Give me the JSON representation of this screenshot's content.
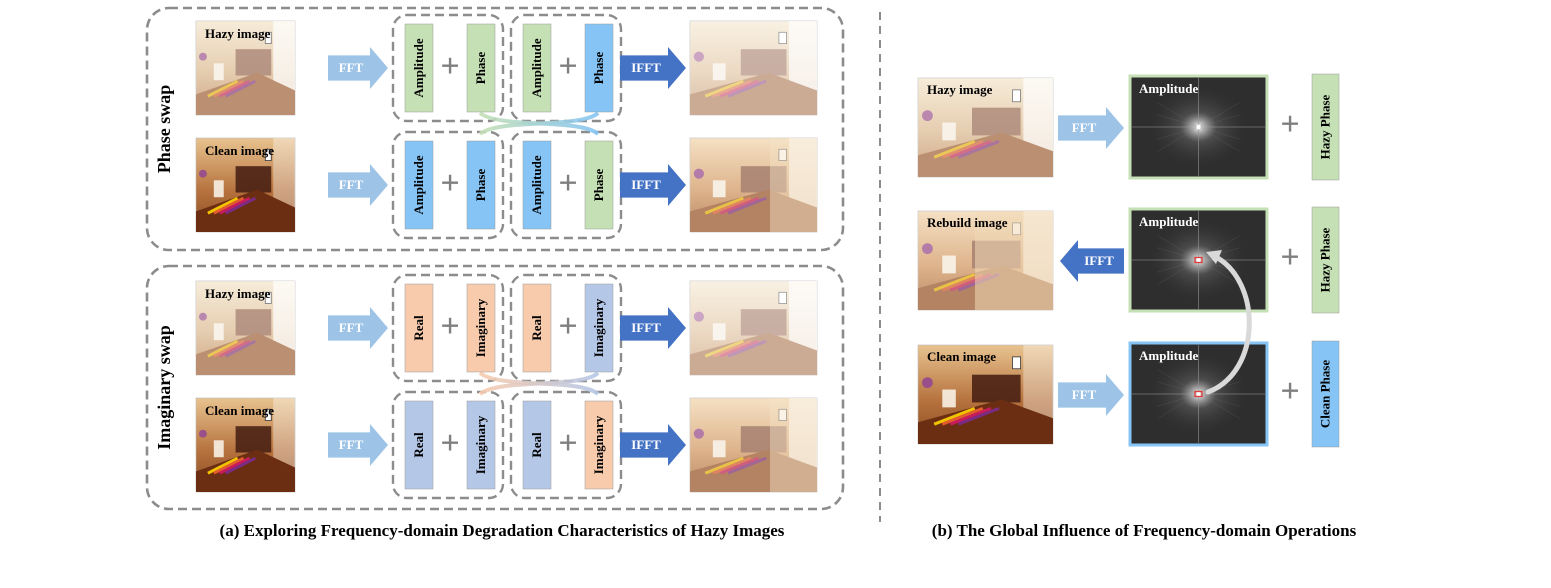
{
  "colors": {
    "green": "#c5e0b4",
    "blue": "#85c4f5",
    "peach": "#f8cbad",
    "lavender": "#b4c7e7",
    "fft_arrow": "#9dc3e6",
    "ifft_arrow": "#4472c4",
    "dashed": "#8c8c8c",
    "spectrum": "#2e2e2e"
  },
  "panel_a": {
    "caption": "(a) Exploring Frequency-domain Degradation Characteristics of Hazy Images",
    "phase_swap": {
      "title": "Phase swap",
      "rows": [
        {
          "image_label": "Hazy image",
          "fft": "FFT",
          "pair1": [
            {
              "text": "Amplitude",
              "color": "green"
            },
            {
              "text": "Phase",
              "color": "green"
            }
          ],
          "pair2": [
            {
              "text": "Amplitude",
              "color": "green"
            },
            {
              "text": "Phase",
              "color": "blue"
            }
          ],
          "ifft": "IFFT",
          "plus": "+"
        },
        {
          "image_label": "Clean image",
          "fft": "FFT",
          "pair1": [
            {
              "text": "Amplitude",
              "color": "blue"
            },
            {
              "text": "Phase",
              "color": "blue"
            }
          ],
          "pair2": [
            {
              "text": "Amplitude",
              "color": "blue"
            },
            {
              "text": "Phase",
              "color": "green"
            }
          ],
          "ifft": "IFFT",
          "plus": "+"
        }
      ]
    },
    "imaginary_swap": {
      "title": "Imaginary swap",
      "rows": [
        {
          "image_label": "Hazy image",
          "fft": "FFT",
          "pair1": [
            {
              "text": "Real",
              "color": "peach"
            },
            {
              "text": "Imaginary",
              "color": "peach"
            }
          ],
          "pair2": [
            {
              "text": "Real",
              "color": "peach"
            },
            {
              "text": "Imaginary",
              "color": "lavender"
            }
          ],
          "ifft": "IFFT",
          "plus": "+"
        },
        {
          "image_label": "Clean image",
          "fft": "FFT",
          "pair1": [
            {
              "text": "Real",
              "color": "lavender"
            },
            {
              "text": "Imaginary",
              "color": "lavender"
            }
          ],
          "pair2": [
            {
              "text": "Real",
              "color": "lavender"
            },
            {
              "text": "Imaginary",
              "color": "peach"
            }
          ],
          "ifft": "IFFT",
          "plus": "+"
        }
      ]
    }
  },
  "panel_b": {
    "caption": "(b) The Global Influence of Frequency-domain Operations",
    "rows": [
      {
        "image_label": "Hazy image",
        "arrow": "FFT",
        "spectrum_label": "Amplitude",
        "phase_label": "Hazy Phase",
        "phase_color": "green",
        "spectrum_border": "green",
        "plus": "+"
      },
      {
        "image_label": "Rebuild image",
        "arrow": "IFFT",
        "spectrum_label": "Amplitude",
        "phase_label": "Hazy Phase",
        "phase_color": "green",
        "spectrum_border": "green",
        "plus": "+"
      },
      {
        "image_label": "Clean image",
        "arrow": "FFT",
        "spectrum_label": "Amplitude",
        "phase_label": "Clean Phase",
        "phase_color": "blue",
        "spectrum_border": "blue",
        "plus": "+"
      }
    ]
  }
}
